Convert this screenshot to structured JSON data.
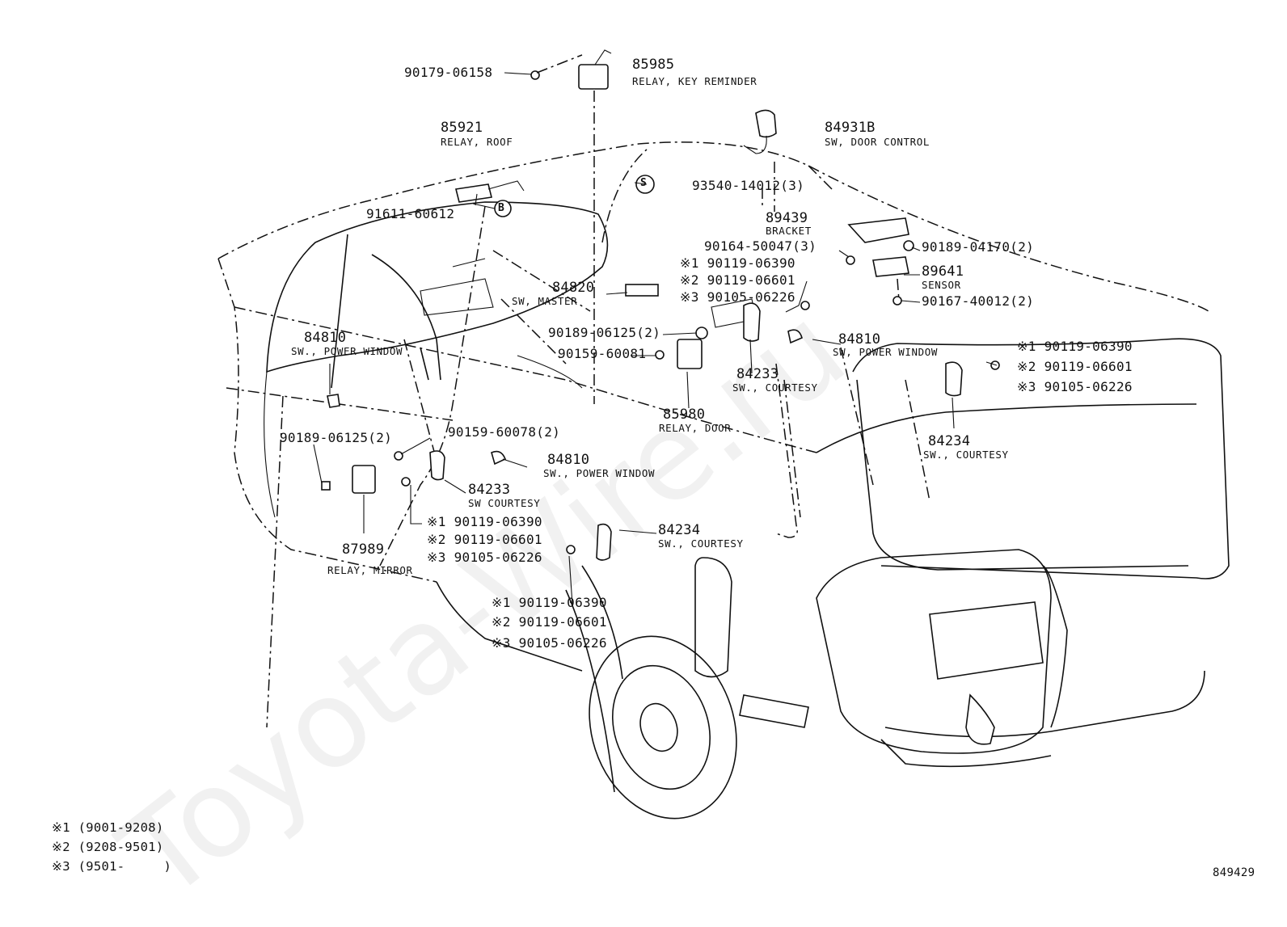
{
  "watermark": "Toyota-Wire.ru",
  "diagram_code": "849429",
  "parts": {
    "p85985": {
      "number": "85985",
      "name": "RELAY, KEY REMINDER"
    },
    "p90179": {
      "number": "90179-06158"
    },
    "p85921": {
      "number": "85921",
      "name": "RELAY, ROOF"
    },
    "p91611": {
      "number": "91611-60612"
    },
    "p84931b": {
      "number": "84931B",
      "name": "SW, DOOR CONTROL"
    },
    "p93540": {
      "number": "93540-14012(3)"
    },
    "p89439": {
      "number": "89439",
      "name": "BRACKET"
    },
    "p90164": {
      "number": "90164-50047(3)"
    },
    "p90189_04170": {
      "number": "90189-04170(2)"
    },
    "p89641": {
      "number": "89641",
      "name": "SENSOR"
    },
    "p90167": {
      "number": "90167-40012(2)"
    },
    "p84820": {
      "number": "84820",
      "name": "SW, MASTER"
    },
    "p90189_06125_a": {
      "number": "90189-06125(2)"
    },
    "p90159_60081": {
      "number": "90159-60081"
    },
    "p84233_a": {
      "number": "84233",
      "name": "SW., COURTESY"
    },
    "p84810_a": {
      "number": "84810",
      "name": "SW, POWER WINDOW"
    },
    "p84810_b": {
      "number": "84810",
      "name": "SW., POWER WINDOW"
    },
    "p84810_c": {
      "number": "84810",
      "name": "SW., POWER WINDOW"
    },
    "p85980": {
      "number": "85980",
      "name": "RELAY, DOOR"
    },
    "p84234_a": {
      "number": "84234",
      "name": "SW., COURTESY"
    },
    "p90189_06125_b": {
      "number": "90189-06125(2)"
    },
    "p90159_60078": {
      "number": "90159-60078(2)"
    },
    "p84233_b": {
      "number": "84233",
      "name": "SW COURTESY"
    },
    "p87989": {
      "number": "87989",
      "name": "RELAY, MIRROR"
    },
    "p84234_b": {
      "number": "84234",
      "name": "SW., COURTESY"
    }
  },
  "callout_groups": {
    "center": [
      {
        "mark": "※1",
        "number": "90119-06390"
      },
      {
        "mark": "※2",
        "number": "90119-06601"
      },
      {
        "mark": "※3",
        "number": "90105-06226"
      }
    ],
    "right": [
      {
        "mark": "※1",
        "number": "90119-06390"
      },
      {
        "mark": "※2",
        "number": "90119-06601"
      },
      {
        "mark": "※3",
        "number": "90105-06226"
      }
    ],
    "left": [
      {
        "mark": "※1",
        "number": "90119-06390"
      },
      {
        "mark": "※2",
        "number": "90119-06601"
      },
      {
        "mark": "※3",
        "number": "90105-06226"
      }
    ],
    "bottom": [
      {
        "mark": "※1",
        "number": "90119-06390"
      },
      {
        "mark": "※2",
        "number": "90119-06601"
      },
      {
        "mark": "※3",
        "number": "90105-06226"
      }
    ]
  },
  "markers": {
    "s": "S",
    "b": "B"
  },
  "legend": [
    {
      "mark": "※1",
      "range": "(9001-9208)"
    },
    {
      "mark": "※2",
      "range": "(9208-9501)"
    },
    {
      "mark": "※3",
      "range": "(9501-     )"
    }
  ]
}
